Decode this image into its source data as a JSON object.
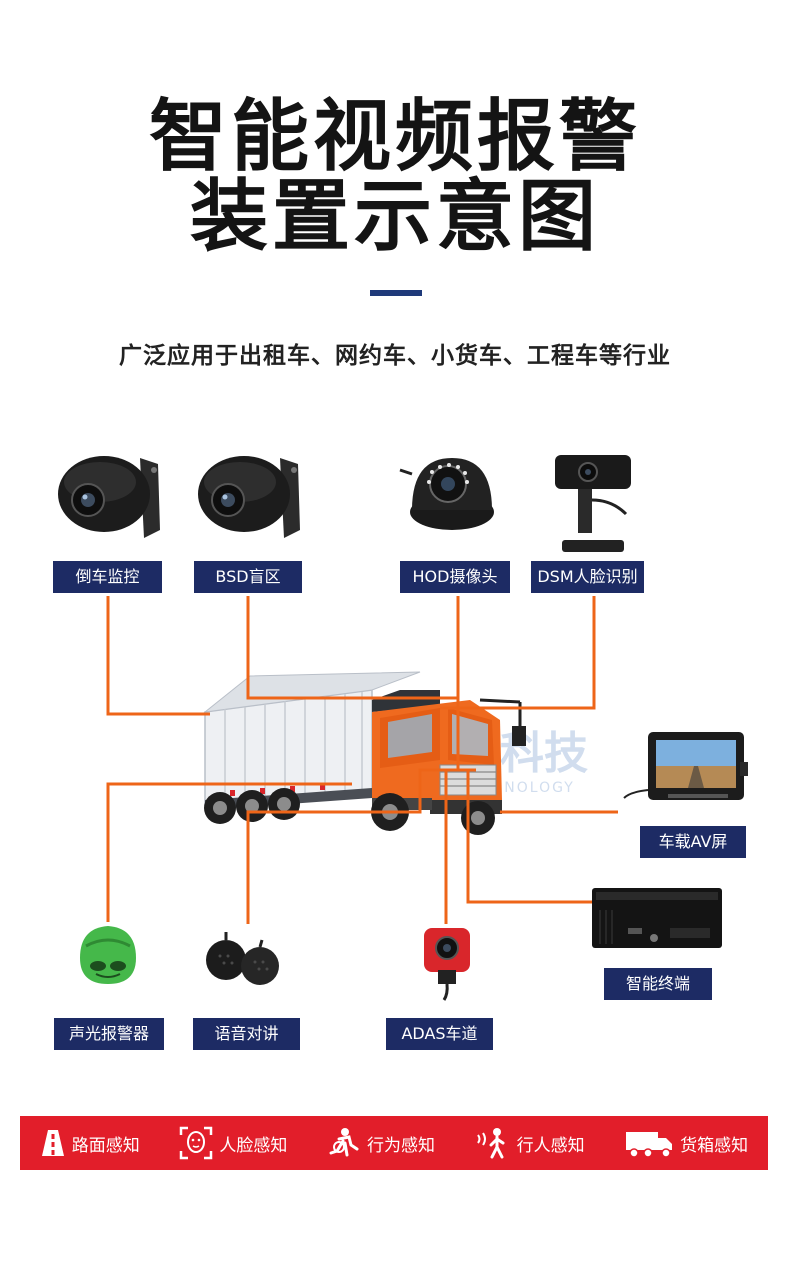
{
  "title": {
    "line1": "智能视频报警",
    "line2": "装置示意图"
  },
  "subtitle": "广泛应用于出租车、网约车、小货车、工程车等行业",
  "watermark": {
    "main": "科技",
    "sub": "CHNOLOGY"
  },
  "devices": {
    "reverse_monitor": "倒车监控",
    "bsd": "BSD盲区",
    "hod": "HOD摄像头",
    "dsm": "DSM人脸识别",
    "av_screen": "车载AV屏",
    "smart_terminal": "智能终端",
    "alarm": "声光报警器",
    "intercom": "语音对讲",
    "adas": "ADAS车道"
  },
  "features": [
    {
      "label": "路面感知",
      "icon": "road-icon"
    },
    {
      "label": "人脸感知",
      "icon": "face-scan-icon"
    },
    {
      "label": "行为感知",
      "icon": "behavior-icon"
    },
    {
      "label": "行人感知",
      "icon": "pedestrian-icon"
    },
    {
      "label": "货箱感知",
      "icon": "cargo-truck-icon"
    }
  ],
  "colors": {
    "navy": "#1d2b64",
    "orange": "#ee6518",
    "red": "#e21e2a",
    "title_bar": "#1f3a7a"
  }
}
